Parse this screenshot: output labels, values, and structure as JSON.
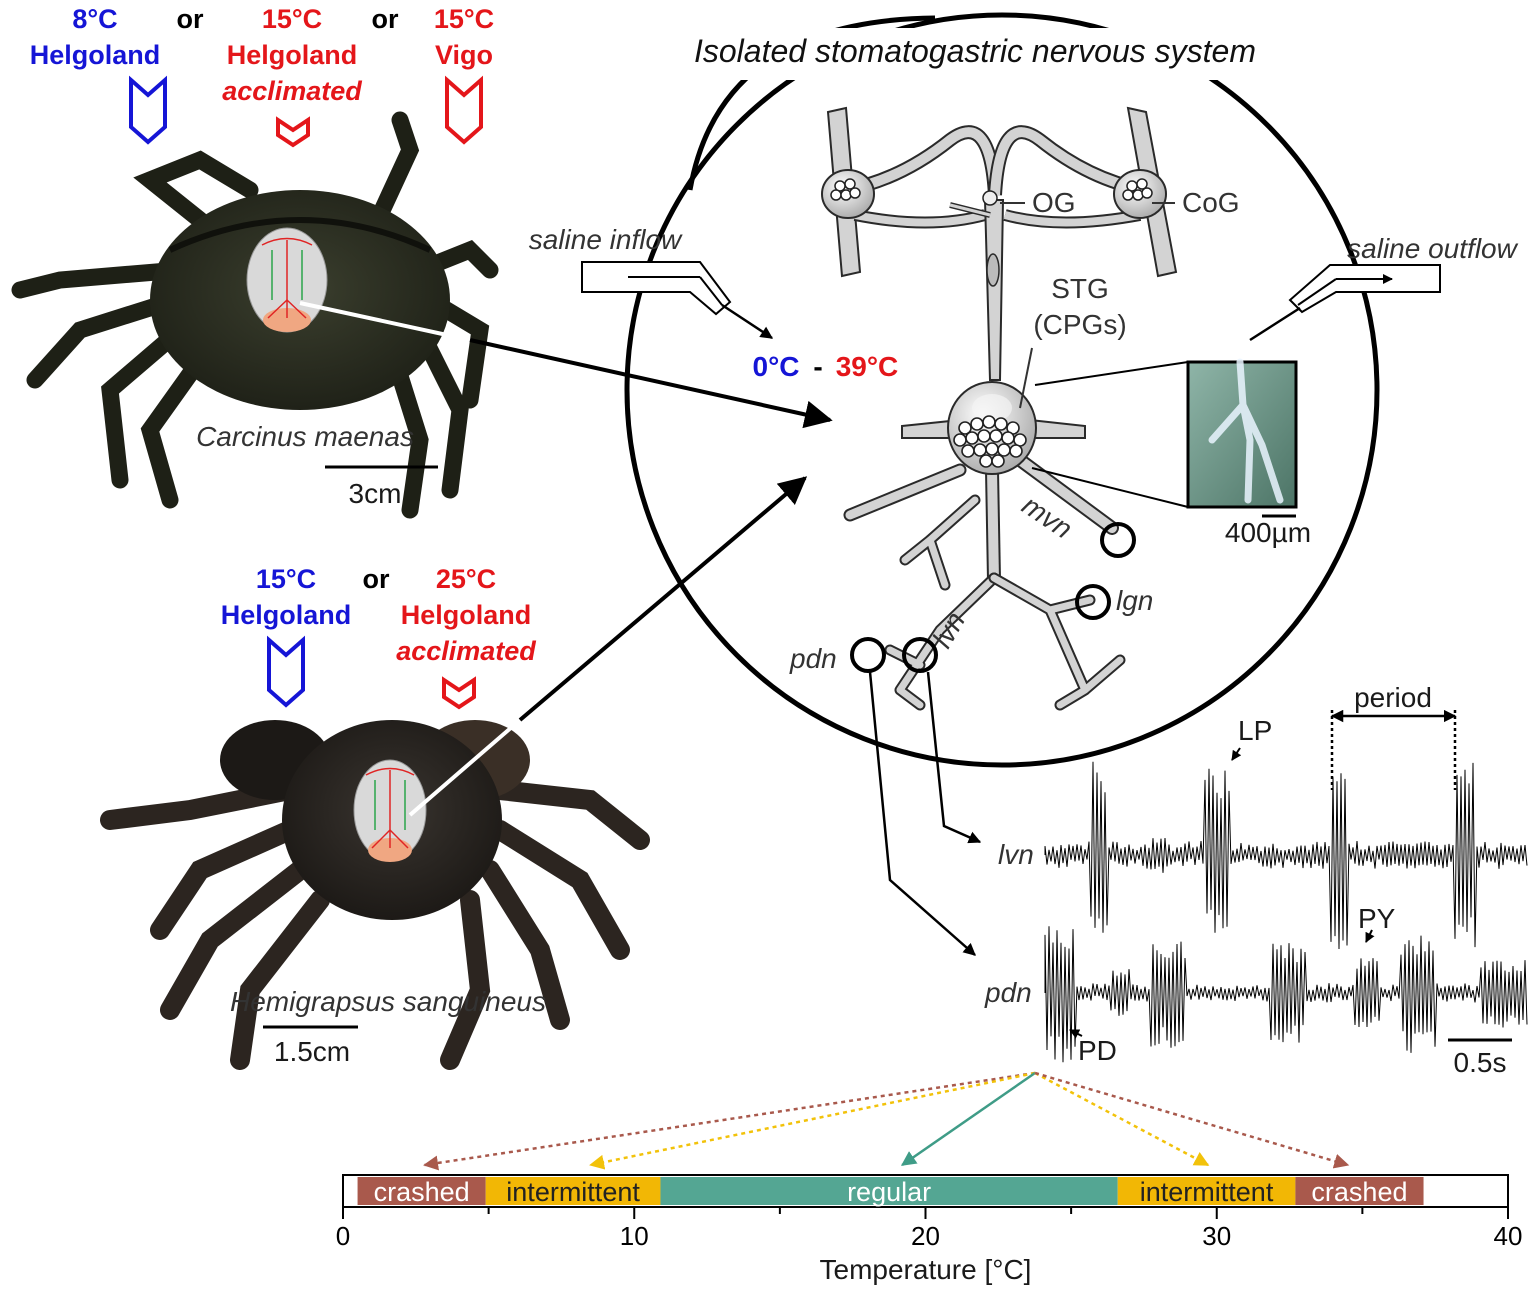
{
  "title": "Isolated stomatogastric nervous system",
  "species": [
    {
      "name": "Carcinus maenas",
      "scale": "3cm",
      "conditions": [
        {
          "temp": "8°C",
          "place": "Helgoland",
          "note": "",
          "color": "#1515d6"
        },
        {
          "temp": "15°C",
          "place": "Helgoland",
          "note": "acclimated",
          "color": "#e4161a"
        },
        {
          "temp": "15°C",
          "place": "Vigo",
          "note": "",
          "color": "#e4161a"
        }
      ],
      "or_label": "or"
    },
    {
      "name": "Hemigrapsus sanguineus",
      "scale": "1.5cm",
      "conditions": [
        {
          "temp": "15°C",
          "place": "Helgoland",
          "note": "",
          "color": "#1515d6"
        },
        {
          "temp": "25°C",
          "place": "Helgoland",
          "note": "acclimated",
          "color": "#e4161a"
        }
      ],
      "or_label": "or"
    }
  ],
  "saline": {
    "inflow": "saline inflow",
    "outflow": "saline outflow"
  },
  "temp_range": {
    "low": "0°C",
    "sep": "-",
    "high": "39°C",
    "low_color": "#1515d6",
    "high_color": "#e4161a"
  },
  "ganglia": {
    "og": "OG",
    "cog": "CoG",
    "stg": "STG",
    "cpgs": "(CPGs)"
  },
  "nerves": {
    "mvn": "mvn",
    "lgn": "lgn",
    "lvn": "lvn",
    "pdn": "pdn"
  },
  "photo_scale": "400µm",
  "recording": {
    "traces": [
      "lvn",
      "pdn"
    ],
    "neurons": {
      "lp": "LP",
      "py": "PY",
      "pd": "PD"
    },
    "period": "period",
    "time_scale": "0.5s"
  },
  "chart_data": {
    "type": "bar",
    "orientation": "horizontal",
    "xlabel": "Temperature [°C]",
    "xlim": [
      0,
      40
    ],
    "xticks": [
      0,
      10,
      20,
      30,
      40
    ],
    "segments": [
      {
        "label": "crashed",
        "start": 0.5,
        "end": 4.9,
        "color": "#a9594c"
      },
      {
        "label": "intermittent",
        "start": 4.9,
        "end": 10.9,
        "color": "#f2b705"
      },
      {
        "label": "regular",
        "start": 10.9,
        "end": 26.6,
        "color": "#54a693"
      },
      {
        "label": "intermittent",
        "start": 26.6,
        "end": 32.7,
        "color": "#f2b705"
      },
      {
        "label": "crashed",
        "start": 32.7,
        "end": 37.1,
        "color": "#a9594c"
      }
    ]
  }
}
